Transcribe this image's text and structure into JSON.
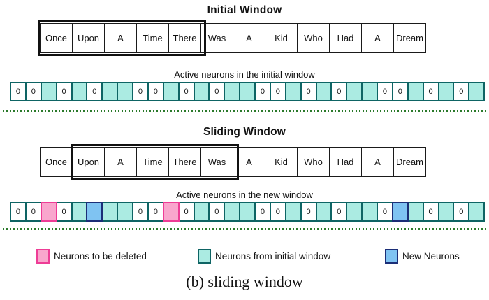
{
  "sections": {
    "initial": {
      "title": "Initial Window",
      "words": [
        "Once",
        "Upon",
        "A",
        "Time",
        "There",
        "Was",
        "A",
        "Kid",
        "Who",
        "Had",
        "A",
        "Dream"
      ],
      "window": {
        "start": 0,
        "size": 5
      },
      "neurons_label": "Active neurons in the initial window",
      "neurons": [
        "0",
        "0",
        "T",
        "0",
        "T",
        "0",
        "T",
        "T",
        "0",
        "0",
        "T",
        "0",
        "T",
        "0",
        "T",
        "T",
        "0",
        "0",
        "T",
        "0",
        "T",
        "0",
        "T",
        "T",
        "0",
        "0",
        "T",
        "0",
        "T",
        "0",
        "T"
      ]
    },
    "sliding": {
      "title": "Sliding Window",
      "words": [
        "Once",
        "Upon",
        "A",
        "Time",
        "There",
        "Was",
        "A",
        "Kid",
        "Who",
        "Had",
        "A",
        "Dream"
      ],
      "window": {
        "start": 1,
        "size": 5
      },
      "neurons_label": "Active neurons in the new window",
      "neurons": [
        "0",
        "0",
        "P",
        "0",
        "T",
        "B",
        "T",
        "T",
        "0",
        "0",
        "P",
        "0",
        "T",
        "0",
        "T",
        "T",
        "0",
        "0",
        "T",
        "0",
        "T",
        "0",
        "T",
        "T",
        "0",
        "B",
        "T",
        "0",
        "T",
        "0",
        "T"
      ]
    },
    "neuron_zero_text": "0",
    "caption": "(b) sliding window"
  },
  "legend": [
    {
      "type": "pink",
      "label": "Neurons to be deleted"
    },
    {
      "type": "teal",
      "label": "Neurons from initial window"
    },
    {
      "type": "blue",
      "label": "New Neurons"
    }
  ],
  "colors": {
    "teal_fill": "#ABEBE2",
    "teal_border": "#0E6464",
    "pink_fill": "#F9A6CD",
    "pink_border": "#EE3D96",
    "blue_fill": "#7FC3F2",
    "blue_border": "#1B2E77",
    "dotted": "#2B7A2B",
    "word_border": "#1A1A1A",
    "window_border": "#111111"
  }
}
